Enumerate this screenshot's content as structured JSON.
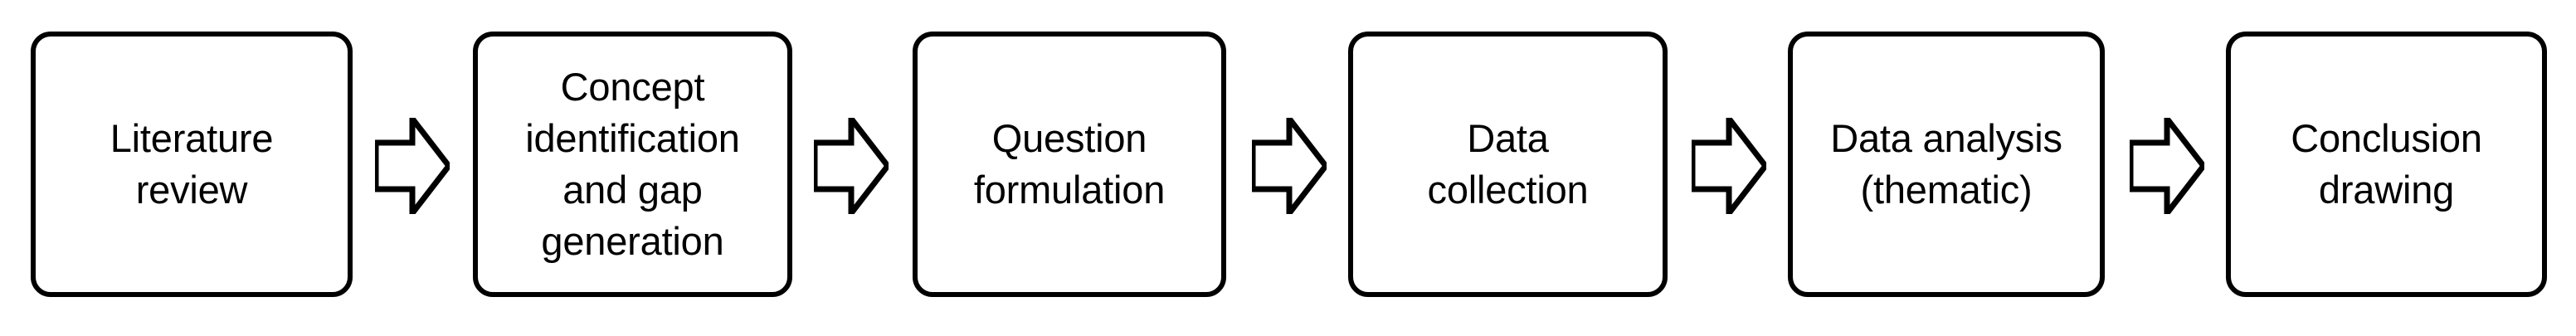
{
  "diagram": {
    "type": "linear-process-flowchart",
    "orientation": "horizontal",
    "background_color": "#ffffff",
    "stroke_color": "#000000",
    "steps": [
      {
        "index": 1,
        "label": "Literature\nreview"
      },
      {
        "index": 2,
        "label": "Concept\nidentification\nand gap\ngeneration"
      },
      {
        "index": 3,
        "label": "Question\nformulation"
      },
      {
        "index": 4,
        "label": "Data\ncollection"
      },
      {
        "index": 5,
        "label": "Data analysis\n(thematic)"
      },
      {
        "index": 6,
        "label": "Conclusion\ndrawing"
      }
    ],
    "connectors": [
      {
        "index": 1,
        "icon": "block-arrow-right-icon",
        "from": "Literature review",
        "to": "Concept identification and gap generation"
      },
      {
        "index": 2,
        "icon": "block-arrow-right-icon",
        "from": "Concept identification and gap generation",
        "to": "Question formulation"
      },
      {
        "index": 3,
        "icon": "block-arrow-right-icon",
        "from": "Question formulation",
        "to": "Data collection"
      },
      {
        "index": 4,
        "icon": "block-arrow-right-icon",
        "from": "Data collection",
        "to": "Data analysis (thematic)"
      },
      {
        "index": 5,
        "icon": "block-arrow-right-icon",
        "from": "Data analysis (thematic)",
        "to": "Conclusion drawing"
      }
    ]
  }
}
